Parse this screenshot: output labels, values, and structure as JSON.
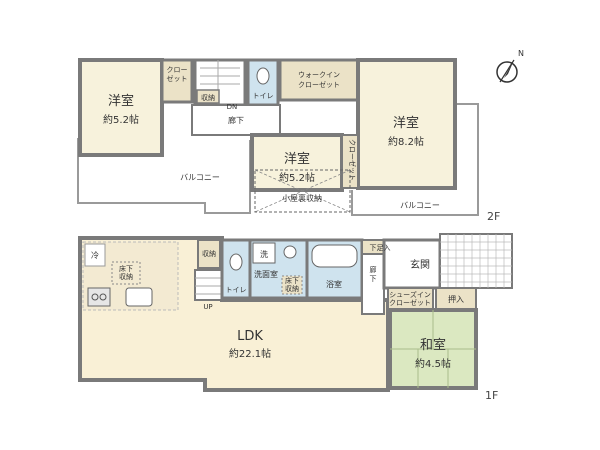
{
  "floor2": {
    "label": "2F",
    "room_west_name": "洋室",
    "room_west_size": "約5.2帖",
    "closet_west": "クロー\nゼット",
    "storage_stairs": "収納",
    "stairs_dn": "DN",
    "toilet": "トイレ",
    "walkin_closet": "ウォークイン\nクローゼット",
    "room_east_name": "洋室",
    "room_east_size": "約8.2帖",
    "hallway": "廊下",
    "room_center_name": "洋室",
    "room_center_size": "約5.2帖",
    "closet_center": "クローゼット",
    "attic_storage": "小屋裏収納",
    "balcony_west": "バルコニー",
    "balcony_east": "バルコニー"
  },
  "floor1": {
    "label": "1F",
    "fridge": "冷",
    "under_stairs_storage": "床下\n収納",
    "storage": "収納",
    "stairs_up": "UP",
    "toilet": "トイレ",
    "washer": "洗",
    "washroom": "洗面室",
    "under_floor_storage_wash": "床下\n収納",
    "bathroom": "浴室",
    "shoe_cupboard": "下足入",
    "hallway": "廊下",
    "entrance": "玄関",
    "shoes_in_closet": "シューズイン\nクローゼット",
    "oshiire": "押入",
    "ldk_name": "LDK",
    "ldk_size": "約22.1帖",
    "japanese_room_name": "和室",
    "japanese_room_size": "約4.5帖"
  },
  "compass": {
    "label": "N"
  },
  "colors": {
    "wall": "#7a7a7a",
    "room_fill": "#f7f2dc",
    "closet_fill": "#ebe2c7",
    "tatami": "#dbe8c1",
    "ldk_fill": "#f9f0d6",
    "balcony": "#ffffff",
    "ldk_kitchen": "#f3ead2",
    "water": "#cfe3ee"
  }
}
